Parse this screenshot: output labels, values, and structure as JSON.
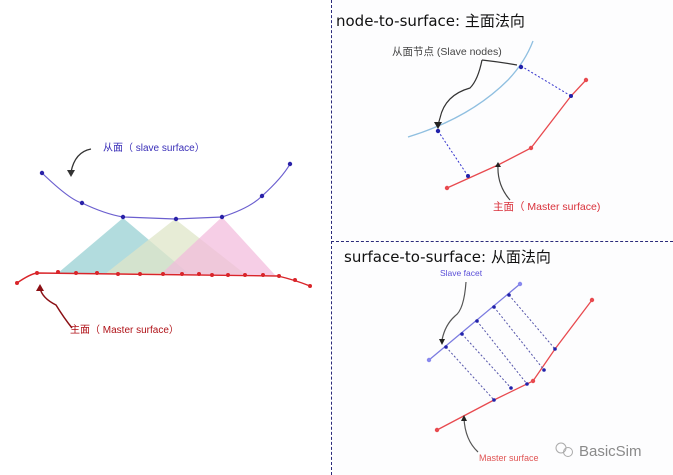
{
  "left": {
    "slave_label": "从面（ slave surface）",
    "master_label": "主面（ Master surface）",
    "colors": {
      "slave": "#6b5fcf",
      "slave_node": "#2a22a8",
      "master": "#d9252a",
      "master_label": "#b01218",
      "cones": [
        "#9fd3d6",
        "#dfe6c8",
        "#f2b9dc"
      ]
    }
  },
  "top_right": {
    "title": "node-to-surface: 主面法向",
    "slave_nodes_label": "从面节点 (Slave nodes)",
    "master_label": "主面（ Master surface)",
    "colors": {
      "slave_curve": "#8fbfe0",
      "master": "#e84a4f",
      "projection": "#3333cc"
    }
  },
  "bottom_right": {
    "title": "surface-to-surface: 从面法向",
    "slave_label": "Slave facet",
    "master_label": "Master surface",
    "watermark": "BasicSim",
    "colors": {
      "slave": "#7b7be0",
      "master": "#e84a4f",
      "projection": "#5555aa"
    }
  }
}
